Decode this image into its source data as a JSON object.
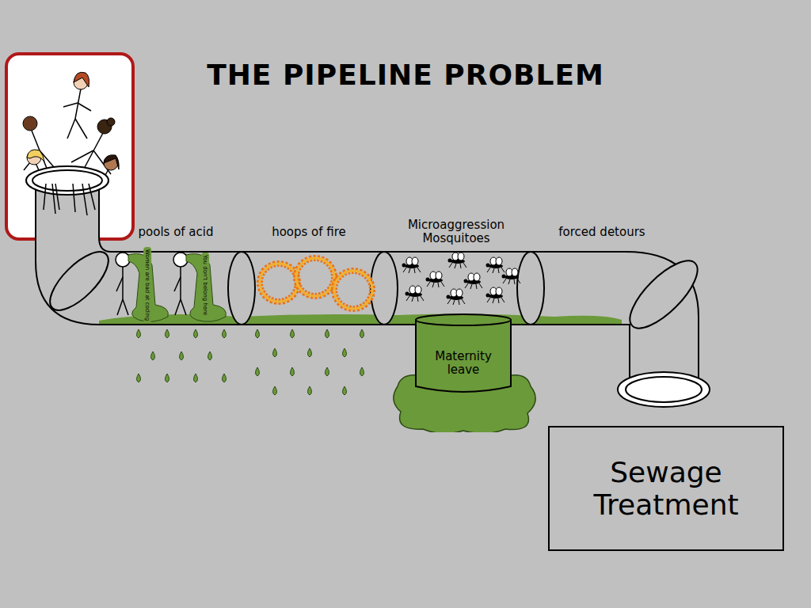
{
  "diagram": {
    "title": "THE PIPELINE PROBLEM",
    "nodes": [
      {
        "text": [
          "Maternity leave"
        ]
      },
      {
        "text": [
          "Sewage Treatment"
        ]
      }
    ],
    "labels": [
      "pools of acid",
      "hoops of fire",
      "Microaggression Mosquitoes",
      "forced detours",
      "Women are bad at coding",
      "You don't belong here"
    ]
  }
}
